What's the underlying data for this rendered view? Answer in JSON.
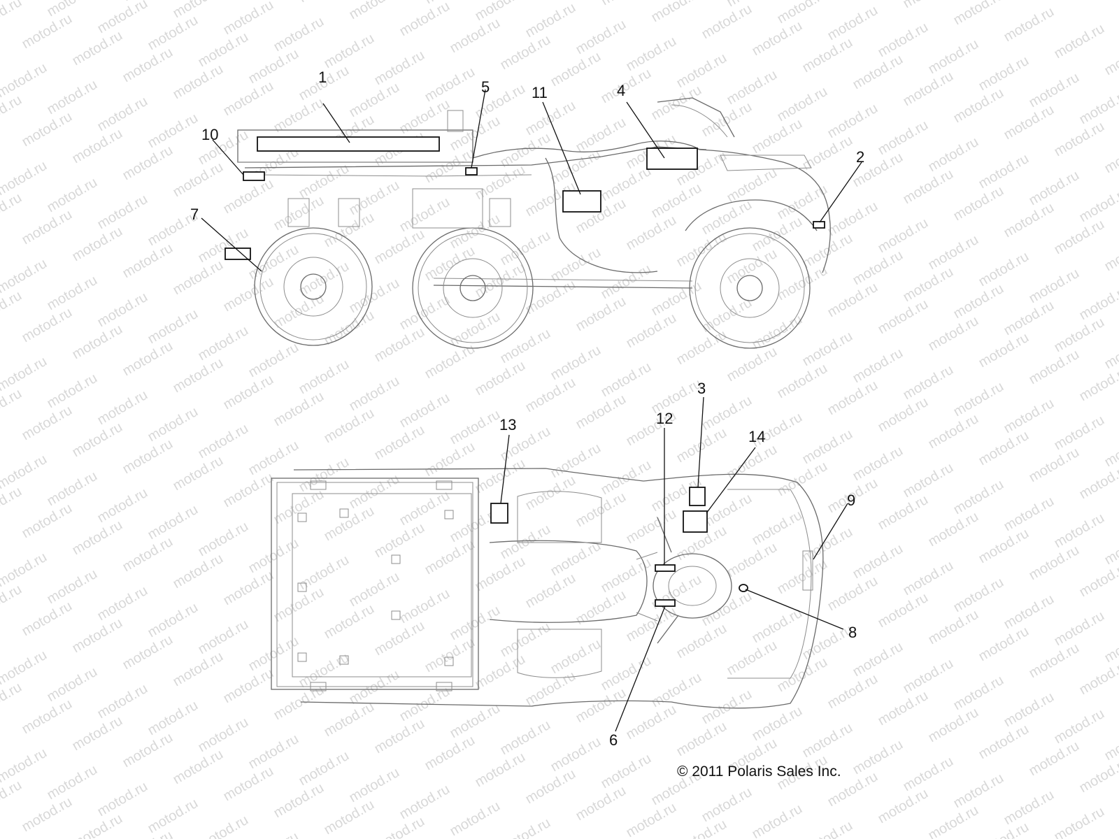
{
  "watermark": {
    "text": "motod.ru"
  },
  "copyright": "© 2011 Polaris Sales Inc.",
  "callouts": {
    "c1": "1",
    "c2": "2",
    "c3": "3",
    "c4": "4",
    "c5": "5",
    "c6": "6",
    "c7": "7",
    "c8": "8",
    "c9": "9",
    "c10": "10",
    "c11": "11",
    "c12": "12",
    "c13": "13",
    "c14": "14"
  },
  "views": [
    "side-view",
    "top-view"
  ]
}
